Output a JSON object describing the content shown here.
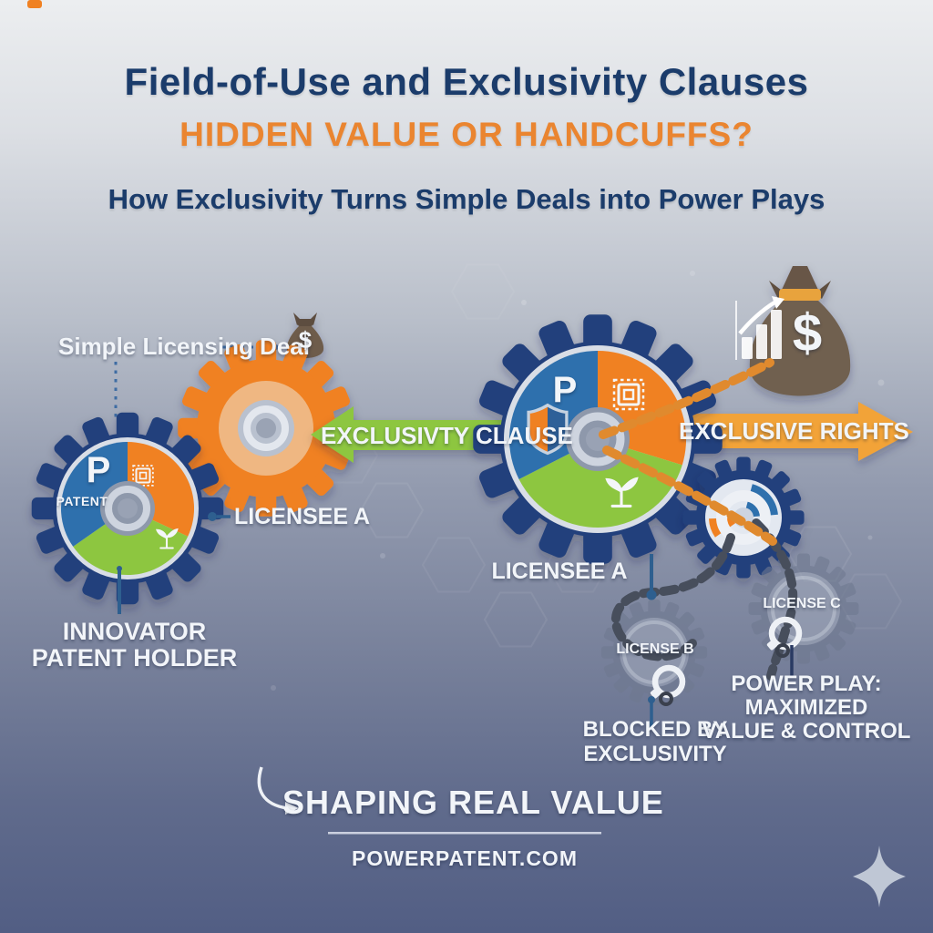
{
  "header": {
    "title": "Field-of-Use and Exclusivity Clauses",
    "subtitle": "HIDDEN VALUE OR HANDCUFFS?",
    "tagline": "How Exclusivity Turns Simple Deals into Power Plays"
  },
  "simple_deal": {
    "label": "Simple Licensing Deal",
    "money_symbol": "$",
    "patent_letter": "P",
    "patent_label": "PATENT",
    "licensee_label": "LICENSEE A",
    "holder_line1": "INNOVATOR",
    "holder_line2": "PATENT HOLDER"
  },
  "exclusive_deal": {
    "patent_letter": "P",
    "clause_arrow": "EXCLUSIVTY CLAUSE",
    "rights_arrow": "EXCLUSIVE RIGHTS",
    "licensee_label": "LICENSEE A",
    "money_symbol": "$",
    "license_b": "LICENSE B",
    "license_c": "LICENSE C",
    "blocked_line1": "BLOCKED BY",
    "blocked_line2": "EXCLUSIVITY",
    "power_line1": "POWER PLAY:",
    "power_line2": "MAXIMIZED",
    "power_line3": "VALUE & CONTROL"
  },
  "footer": {
    "headline": "SHAPING REAL VALUE",
    "website": "POWERPATENT.COM"
  },
  "colors": {
    "title_navy": "#1b3c6b",
    "accent_orange": "#ea8530",
    "gear_navy": "#24417c",
    "gear_orange": "#f08122",
    "pie_blue": "#2f6fad",
    "pie_green": "#8dc63f",
    "clause_arrow_green": "#8dc63f",
    "rights_arrow_orange": "#f2a338",
    "money_bag_brown": "#70604f",
    "chain_dark": "#474e5c",
    "chain_orange": "#e08a2e",
    "text_white": "#f2f5f9"
  },
  "icons": {
    "gear": "cog wheel",
    "money_bag": "sack with dollar sign",
    "chip": "microchip",
    "plant": "seedling",
    "shield": "protection shield",
    "handcuffs": "handcuff ring",
    "chain": "chain links",
    "trend_chart": "rising bar chart with arrow",
    "sparkle": "four point star",
    "curved_arrow": "curved hand-drawn arrow"
  }
}
